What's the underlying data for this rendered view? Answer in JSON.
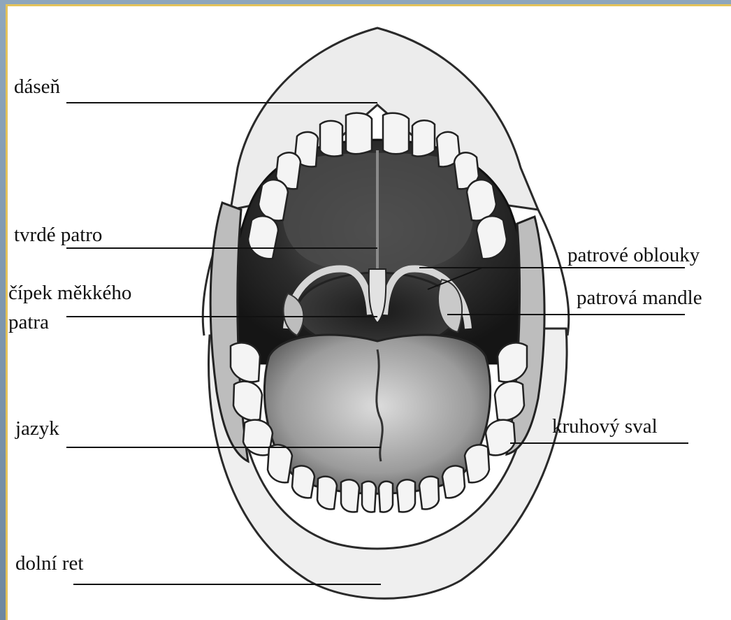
{
  "diagram": {
    "labels": {
      "gum": "dáseň",
      "hard_palate": "tvrdé patro",
      "uvula_line1": "čípek měkkého",
      "uvula_line2": "patra",
      "tongue": "jazyk",
      "lower_lip": "dolní ret",
      "palatal_arches": "patrové oblouky",
      "palatine_tonsil": "patrová mandle",
      "orbicular_muscle": "kruhový sval"
    }
  }
}
